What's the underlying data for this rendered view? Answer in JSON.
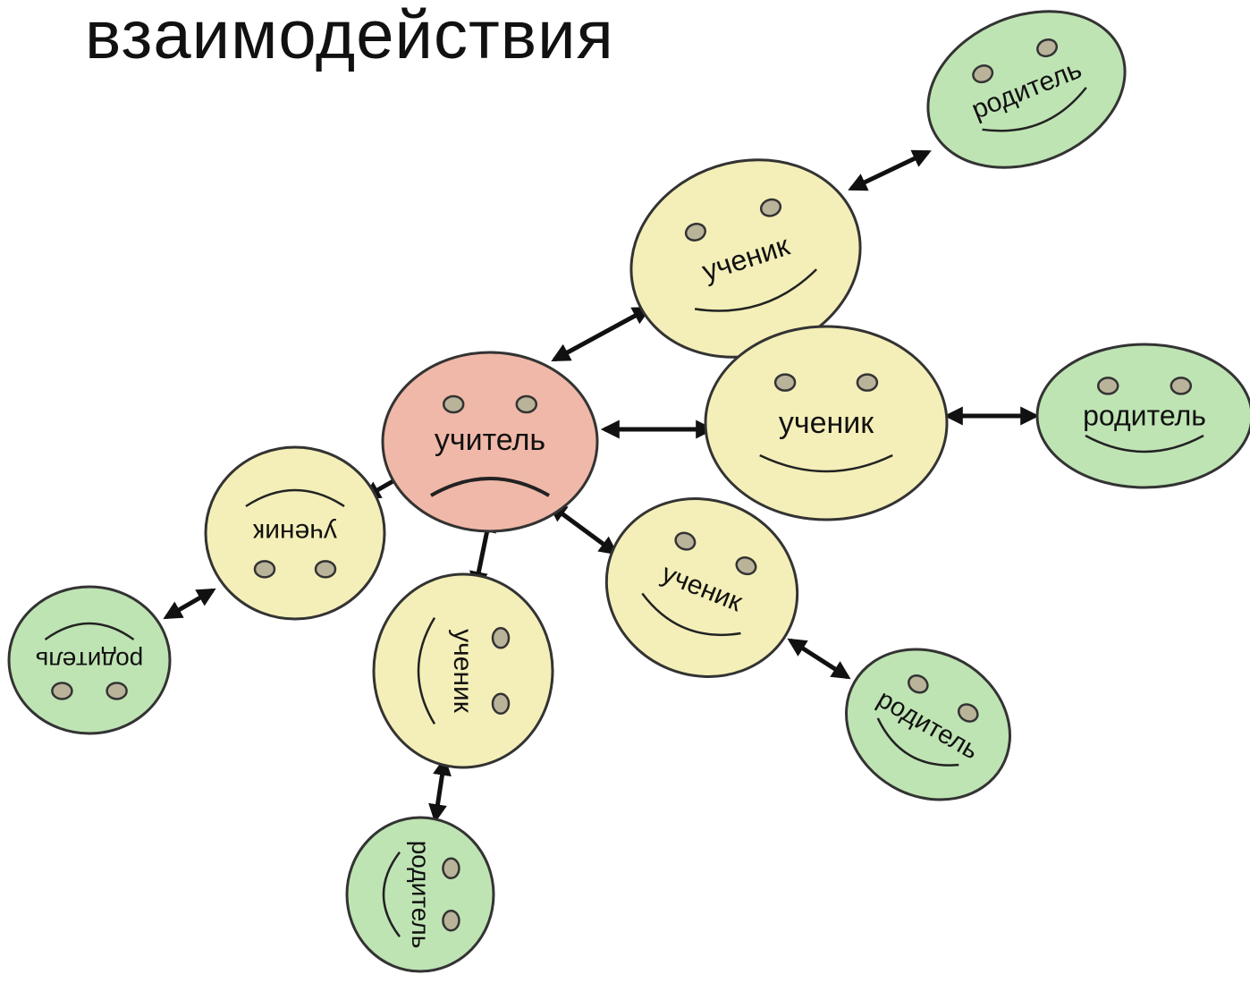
{
  "title": "взаимодействия",
  "labels": {
    "teacher": "учитель",
    "student": "ученик",
    "parent": "родитель"
  },
  "colors": {
    "teacher": "#f0b8a8",
    "student": "#f4efb8",
    "parent": "#bfe4b4",
    "stroke": "#333333",
    "arrow": "#111111"
  },
  "faces": [
    {
      "id": "teacher",
      "role": "teacher",
      "mood": "sad"
    },
    {
      "id": "student-1",
      "role": "student",
      "mood": "happy"
    },
    {
      "id": "student-2",
      "role": "student",
      "mood": "happy"
    },
    {
      "id": "student-3",
      "role": "student",
      "mood": "happy"
    },
    {
      "id": "student-4",
      "role": "student",
      "mood": "happy"
    },
    {
      "id": "student-5",
      "role": "student",
      "mood": "happy"
    },
    {
      "id": "parent-1",
      "role": "parent",
      "mood": "happy"
    },
    {
      "id": "parent-2",
      "role": "parent",
      "mood": "happy"
    },
    {
      "id": "parent-3",
      "role": "parent",
      "mood": "happy"
    },
    {
      "id": "parent-4",
      "role": "parent",
      "mood": "happy"
    },
    {
      "id": "parent-5",
      "role": "parent",
      "mood": "happy"
    }
  ],
  "links": [
    {
      "from": "teacher",
      "to": "student-1"
    },
    {
      "from": "teacher",
      "to": "student-2"
    },
    {
      "from": "teacher",
      "to": "student-3"
    },
    {
      "from": "teacher",
      "to": "student-4"
    },
    {
      "from": "teacher",
      "to": "student-5"
    },
    {
      "from": "student-1",
      "to": "parent-1"
    },
    {
      "from": "student-2",
      "to": "parent-2"
    },
    {
      "from": "student-3",
      "to": "parent-3"
    },
    {
      "from": "student-4",
      "to": "parent-4"
    },
    {
      "from": "student-5",
      "to": "parent-5"
    }
  ]
}
